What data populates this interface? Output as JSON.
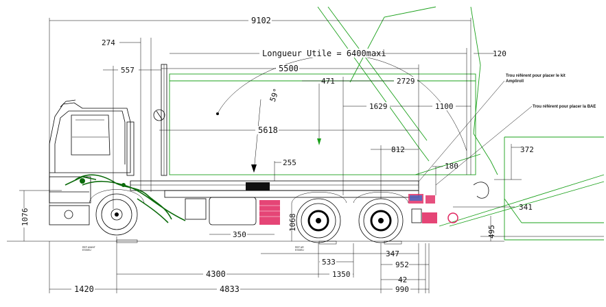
{
  "drawing": {
    "annotation_notes": {
      "kit_hole": "Trou référent pour placer le kit Ampliroll",
      "bae_hole": "Trou référent pour placer la BAE"
    },
    "labels": {
      "longueur_utile": "Longueur Utile = 6400maxi",
      "angle": "59°"
    },
    "dimensions": {
      "overall_length": "9102",
      "d274": "274",
      "d120": "120",
      "d557": "557",
      "d5500": "5500",
      "d471": "471",
      "d2729": "2729",
      "d1629": "1629",
      "d1100": "1100",
      "d5618": "5618",
      "d812": "812",
      "d372": "372",
      "d255": "255",
      "d180": "180",
      "d341": "341",
      "d1076": "1076",
      "d1068": "1068",
      "d495": "495",
      "d350": "350",
      "d347": "347",
      "d533": "533",
      "d952": "952",
      "d4300": "4300",
      "d1350": "1350",
      "d42": "42",
      "d1420": "1420",
      "d4833": "4833",
      "d990": "990"
    }
  },
  "colors": {
    "line": "#000000",
    "body_green": "#1aa01a",
    "hose_green": "#0a6a0a",
    "accent_red": "#e0245e",
    "accent_blue": "#2a6fd0"
  }
}
